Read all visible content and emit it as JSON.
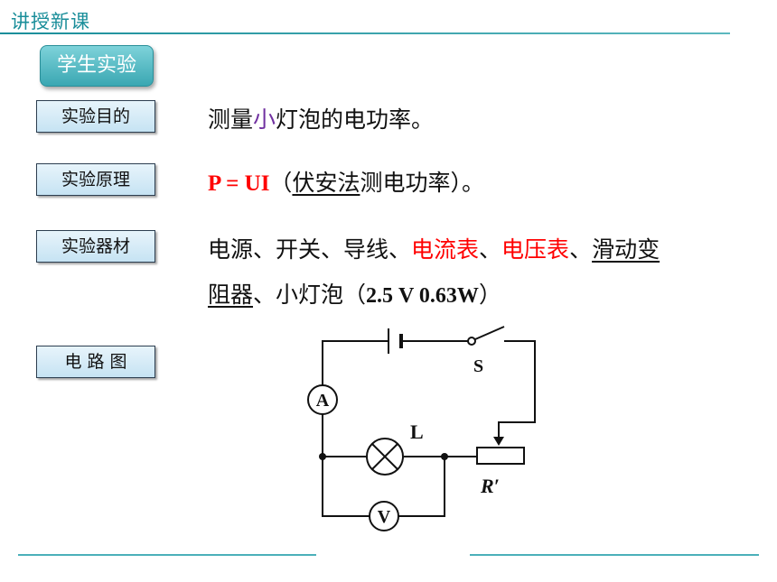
{
  "header": {
    "title": "讲授新课"
  },
  "badge": {
    "label": "学生实验"
  },
  "rows": {
    "purpose": {
      "label": "实验目的",
      "text_before": "测量",
      "text_highlight": "小",
      "text_after": "灯泡的电功率。"
    },
    "principle": {
      "label": "实验原理",
      "formula": "P = UI",
      "paren_open": "（",
      "method": "伏安法",
      "text_after": "测电功率）。"
    },
    "equipment": {
      "label": "实验器材",
      "item_power": "电源、开关、导线、",
      "item_ammeter": "电流表",
      "sep1": "、",
      "item_voltmeter": "电压表",
      "sep2": "、",
      "item_rheostat_a": "滑动变",
      "item_rheostat_b": "阻器",
      "item_bulb": "、小灯泡（",
      "spec": "2.5 V  0.63W",
      "paren_close": "）"
    },
    "circuit": {
      "label": "电 路 图"
    }
  },
  "circuit": {
    "ammeter_symbol": "A",
    "voltmeter_symbol": "V",
    "switch_label": "S",
    "lamp_label": "L",
    "rheostat_label": "R′"
  },
  "colors": {
    "accent": "#1a8e9a",
    "highlight_red": "#ff0000",
    "highlight_purple": "#7030a0"
  }
}
